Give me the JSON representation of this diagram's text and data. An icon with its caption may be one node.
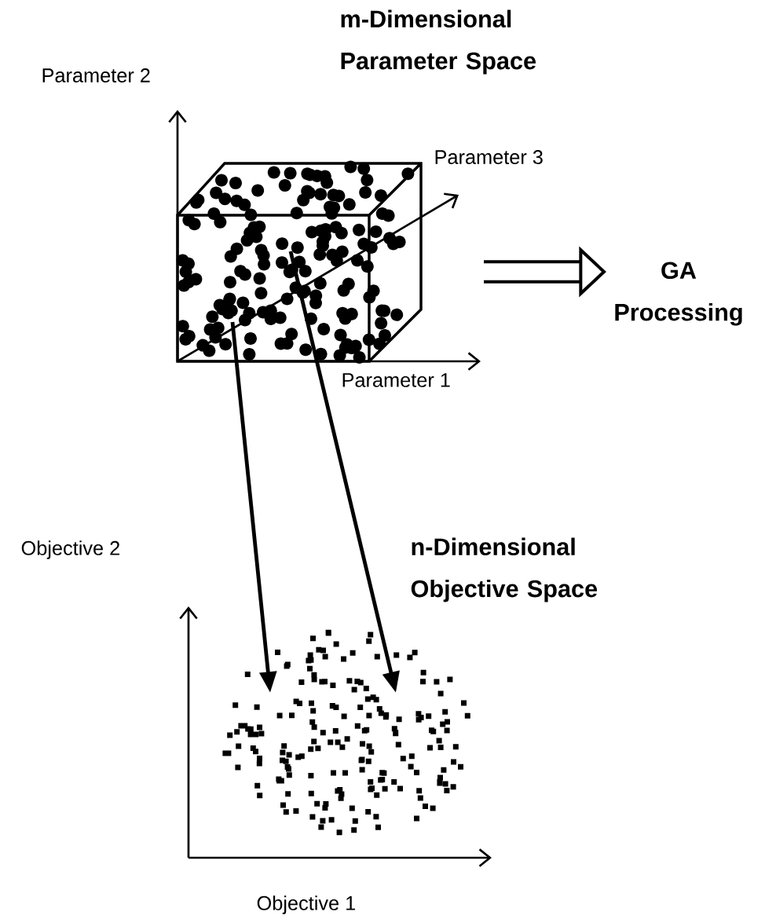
{
  "diagram": {
    "nodes": [
      {
        "text": [
          "m-Dimensional Parameter Space"
        ]
      },
      {
        "text": [
          "GA Processing"
        ]
      },
      {
        "text": [
          "n-Dimensional Objective Space"
        ]
      }
    ],
    "edges": [
      {
        "from": 0,
        "to": 2,
        "arrow": "to"
      },
      {
        "from": 0,
        "to": 2,
        "arrow": "to"
      },
      {
        "from": 0,
        "to": 1,
        "arrow": "to",
        "style": "thick"
      }
    ],
    "labels": [
      "Parameter 2",
      "Parameter 3",
      "Parameter 1",
      "Objective 2",
      "Objective 1"
    ]
  }
}
